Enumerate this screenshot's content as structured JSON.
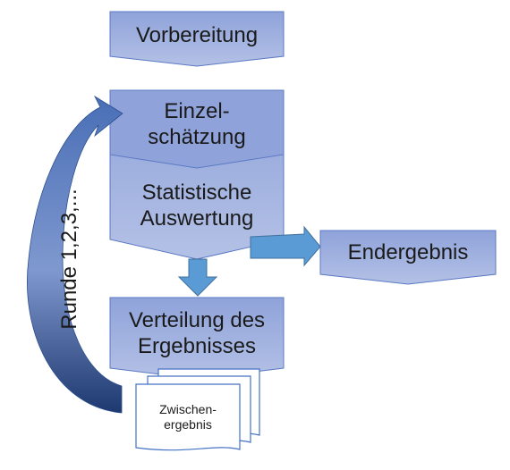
{
  "flow": {
    "preparation": "Vorbereitung",
    "estimate_line1": "Einzel-",
    "estimate_line2": "schätzung",
    "analysis_line1": "Statistische",
    "analysis_line2": "Auswertung",
    "final_result": "Endergebnis",
    "distribution_line1": "Verteilung des",
    "distribution_line2": "Ergebnisses",
    "interim_line1": "Zwischen-",
    "interim_line2": "ergebnis",
    "rounds_label": "Runde 1,2,3,..."
  },
  "colors": {
    "box_fill": "#a0b1df",
    "box_stroke": "#5b79c4",
    "arrow_fill": "#5b9bd5",
    "loop_dark": "#1f3a70",
    "loop_light": "#c9d5ee",
    "doc_stroke": "#4472c4"
  }
}
